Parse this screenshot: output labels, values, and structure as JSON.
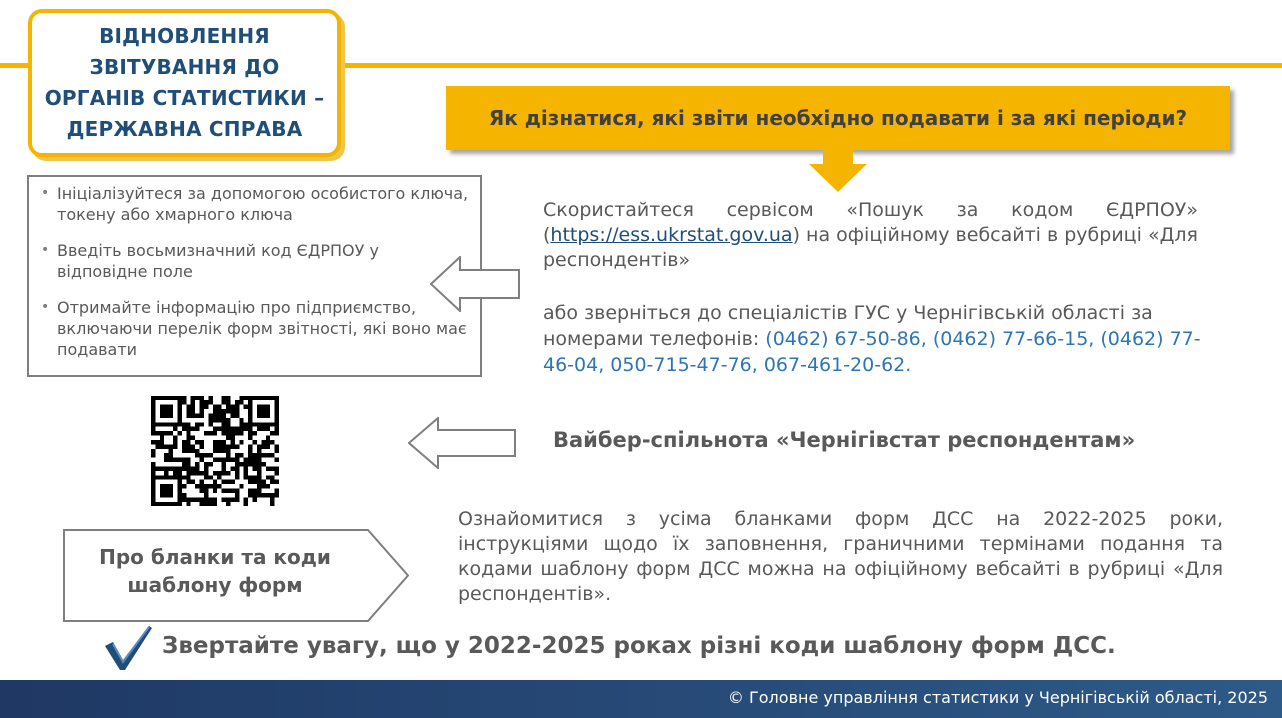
{
  "title": "ВІДНОВЛЕННЯ\nЗВІТУВАННЯ ДО\nОРГАНІВ СТАТИСТИКИ –\nДЕРЖАВНА СПРАВА",
  "question": "Як дізнатися, які звіти необхідно подавати і за які періоди?",
  "steps": [
    "Ініціалізуйтеся за допомогою особистого ключа, токену або хмарного ключа",
    "Введіть восьмизначний код ЄДРПОУ у відповідне поле",
    "Отримайте інформацію про підприємство, включаючи перелік форм звітності, які воно має подавати"
  ],
  "service": {
    "text_before": "Скористайтеся сервісом «Пошук за кодом ЄДРПОУ» (",
    "link": "https://ess.ukrstat.gov.ua",
    "text_after": ") на офіційному вебсайті в рубриці «Для респондентів»"
  },
  "contact": {
    "text": "або зверніться до спеціалістів ГУС у Чернігівській області за номерами телефонів: ",
    "phones": "(0462) 67-50-86, (0462) 77-66-15, (0462) 77-46-04, 050-715-47-76, 067-461-20-62."
  },
  "viber": "Вайбер-спільнота «Чернігівстат респондентам»",
  "forms_button": "Про бланки та коди\nшаблону форм",
  "forms_text": "Ознайомитися з усіма бланками форм ДСС на 2022-2025 роки, інструкціями щодо їх заповнення, граничними термінами подання та кодами шаблону форм ДСС можна на офіційному вебсайті в рубриці «Для респондентів».",
  "notice": "Звертайте увагу, що у 2022-2025 роках різні коди шаблону форм ДСС.",
  "footer": "© Головне управління статистики у Чернігівській області, 2025",
  "colors": {
    "gold": "#f4b400",
    "navy": "#1f4e79",
    "text": "#595959",
    "phone": "#2e75b6",
    "footer": "#1f3864"
  },
  "icons": {
    "qr": "qr-code",
    "check": "checkmark-icon"
  }
}
